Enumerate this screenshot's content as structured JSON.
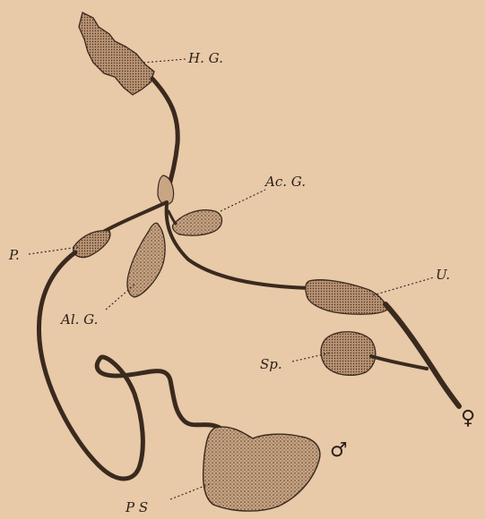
{
  "labels": {
    "hg": "H. G.",
    "acg": "Ac. G.",
    "p": "P.",
    "alg": "Al. G.",
    "u": "U.",
    "sp": "Sp.",
    "ps": "P S",
    "female": "♀",
    "male": "♂"
  },
  "colors": {
    "paper": "#e8c9a8",
    "ink": "#3a2a1e",
    "stipple": "#a9876c"
  }
}
